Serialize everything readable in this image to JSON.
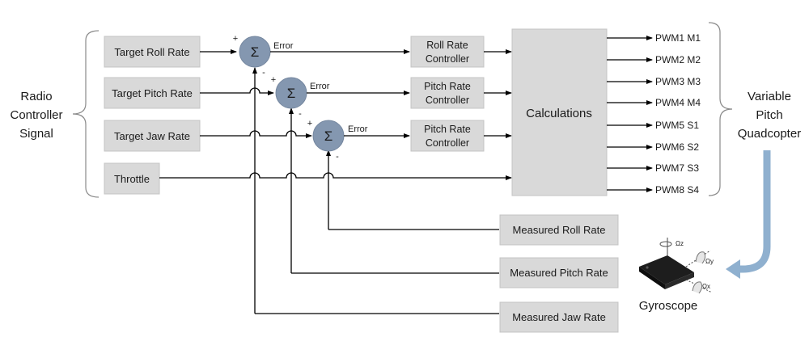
{
  "side_labels": {
    "left": [
      "Radio",
      "Controller",
      "Signal"
    ],
    "right": [
      "Variable",
      "Pitch",
      "Quadcopter"
    ]
  },
  "inputs": [
    "Target Roll Rate",
    "Target Pitch Rate",
    "Target Jaw Rate",
    "Throttle"
  ],
  "summers": {
    "symbol": "Σ",
    "plus": "+",
    "minus": "-",
    "error_label": "Error"
  },
  "controllers": [
    [
      "Roll Rate",
      "Controller"
    ],
    [
      "Pitch Rate",
      "Controller"
    ],
    [
      "Pitch Rate",
      "Controller"
    ]
  ],
  "calculations": "Calculations",
  "outputs": [
    "PWM1 M1",
    "PWM2 M2",
    "PWM3 M3",
    "PWM4 M4",
    "PWM5 S1",
    "PWM6 S2",
    "PWM7 S3",
    "PWM8 S4"
  ],
  "measured": [
    "Measured Roll Rate",
    "Measured Pitch Rate",
    "Measured Jaw Rate"
  ],
  "gyroscope": {
    "label": "Gyroscope",
    "axes": [
      "Ωz",
      "Ωy",
      "Ωx"
    ]
  },
  "colors": {
    "box_fill": "#d9d9d9",
    "summer_fill": "#8497b0",
    "feedback_arrow": "#8fb0cf"
  }
}
